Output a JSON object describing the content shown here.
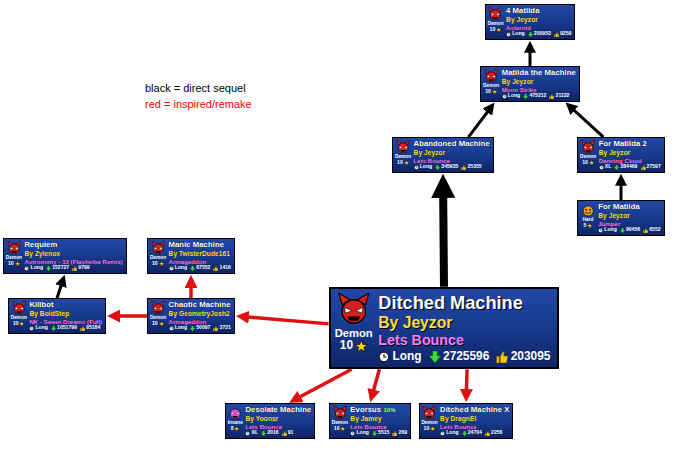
{
  "diagram": {
    "nodes": [
      {
        "text": [
          "4 Matilda",
          "By Jeyzor",
          "Asteroid",
          "Demon",
          "10",
          "Long",
          "200953",
          "9259"
        ]
      },
      {
        "text": [
          "Matilda the Machine",
          "By Jeyzor",
          "Moon Strike",
          "Demon",
          "10",
          "Long",
          "475212",
          "21132"
        ]
      },
      {
        "text": [
          "Abandoned Machine",
          "By Jeyzor",
          "Lets Bounce",
          "Demon",
          "10",
          "Long",
          "345935",
          "25355"
        ]
      },
      {
        "text": [
          "For Matilda 2",
          "By Jeyzor",
          "Dancing Cloud",
          "Demon",
          "10",
          "XL",
          "284469",
          "27597"
        ]
      },
      {
        "text": [
          "For Matilda",
          "By Jeyzor",
          "Jumper",
          "Hard",
          "5",
          "Long",
          "90456",
          "6552"
        ]
      },
      {
        "text": [
          "Requiem",
          "By Zylenox",
          "Astronomy - 13 (Flashvibe Remix)",
          "Demon",
          "10",
          "Long",
          "152727",
          "9799"
        ]
      },
      {
        "text": [
          "Manic Machine",
          "By TwisterDude161",
          "Armageddon",
          "Demon",
          "10",
          "Long",
          "67552",
          "1416"
        ]
      },
      {
        "text": [
          "Ditched Machine",
          "By Jeyzor",
          "Lets Bounce",
          "Demon",
          "10",
          "Long",
          "2725596",
          "203095"
        ]
      },
      {
        "text": [
          "Killbot",
          "By BoldStep",
          "NK - Sweet Dreams (Full)",
          "Demon",
          "10",
          "Long",
          "1051799",
          "95184"
        ]
      },
      {
        "text": [
          "Chaotic Machine",
          "By GeometryJosh2",
          "Armageddon",
          "Demon",
          "10",
          "Long",
          "50097",
          "3721"
        ]
      },
      {
        "text": [
          "Desolate Machine",
          "By Yoonsr",
          "Lets Bounce",
          "Insane",
          "8",
          "XL",
          "2016",
          "91"
        ]
      },
      {
        "text": [
          "Evorsus",
          "10%",
          "By Jamey",
          "Lets Bounce",
          "Demon",
          "10",
          "Long",
          "5515",
          "269"
        ]
      },
      {
        "text": [
          "Ditched Machine X",
          "By DragnEl",
          "Lets Bounce",
          "Demon",
          "10",
          "Long",
          "24704",
          "2256"
        ]
      }
    ],
    "edges": [
      {
        "from": 7,
        "to": 2,
        "arrow": "to"
      },
      {
        "from": 2,
        "to": 1,
        "arrow": "to"
      },
      {
        "from": 3,
        "to": 1,
        "arrow": "to"
      },
      {
        "from": 1,
        "to": 0,
        "arrow": "to"
      },
      {
        "from": 4,
        "to": 3,
        "arrow": "to"
      },
      {
        "from": 7,
        "to": 9,
        "arrow": "to"
      },
      {
        "from": 9,
        "to": 8,
        "arrow": "to"
      },
      {
        "from": 8,
        "to": 5,
        "arrow": "to"
      },
      {
        "from": 9,
        "to": 6,
        "arrow": "to"
      },
      {
        "from": 7,
        "to": 10,
        "arrow": "to"
      },
      {
        "from": 7,
        "to": 11,
        "arrow": "to"
      },
      {
        "from": 7,
        "to": 12,
        "arrow": "to"
      }
    ],
    "legend": [
      {
        "text": "black = direct sequel",
        "color": "#000000"
      },
      {
        "text": "red = inspired/remake",
        "color": "#ff0000"
      }
    ]
  }
}
